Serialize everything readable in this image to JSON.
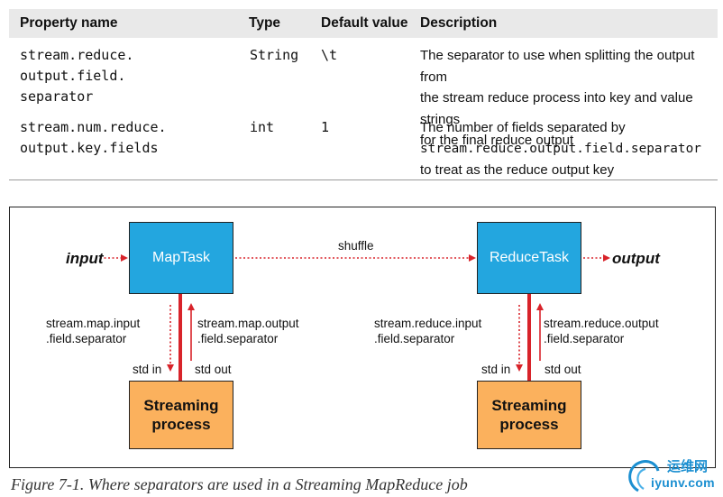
{
  "table": {
    "headers": [
      "Property name",
      "Type",
      "Default value",
      "Description"
    ],
    "rows": [
      {
        "name_lines": [
          "stream.reduce.",
          "output.field.",
          "separator"
        ],
        "type": "String",
        "default": "\\t",
        "desc_lines": [
          "The separator to use when splitting the output from",
          "the stream reduce process into key and value strings",
          "for the final reduce output"
        ]
      },
      {
        "name_lines": [
          "stream.num.reduce.",
          "output.key.fields"
        ],
        "type": "int",
        "default": "1",
        "desc_lines": [
          "The number of fields separated by",
          "stream.reduce.output.field.separator",
          "to treat as the reduce output key"
        ]
      }
    ]
  },
  "diagram": {
    "input": "input",
    "output": "output",
    "maptask": "MapTask",
    "reducetask": "ReduceTask",
    "shuffle": "shuffle",
    "streaming_line1": "Streaming",
    "streaming_line2": "process",
    "map_input_sep": [
      "stream.map.input",
      ".field.separator"
    ],
    "map_output_sep": [
      "stream.map.output",
      ".field.separator"
    ],
    "reduce_input_sep": [
      "stream.reduce.input",
      ".field.separator"
    ],
    "reduce_output_sep": [
      "stream.reduce.output",
      ".field.separator"
    ],
    "std_in": "std in",
    "std_out": "std out",
    "colors": {
      "task_box": "#23a6df",
      "streaming_box": "#fbb15d",
      "arrow": "#d8232a"
    }
  },
  "caption": "Figure 7-1. Where separators are used in a Streaming MapReduce job",
  "watermark": {
    "line1": "运维网",
    "line2": "iyunv.com"
  }
}
